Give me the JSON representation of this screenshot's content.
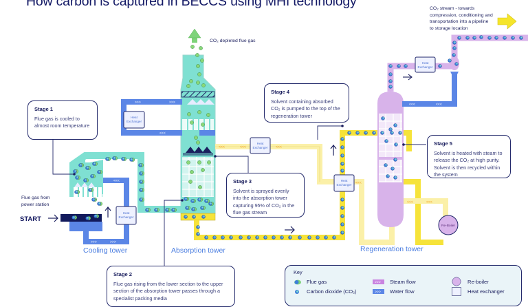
{
  "title": "How carbon is captured in BECCS using MHI technology",
  "labels": {
    "co2_depleted": "CO₂ depleted flue gas",
    "co2_stream": [
      "CO₂ stream - towards",
      "compression, conditioning and",
      "transportation into a pipeline",
      "to storage location"
    ],
    "flue_from": [
      "Flue gas from",
      "power station"
    ],
    "start": "START",
    "heat_exchanger": [
      "Heat",
      "Exchanger"
    ],
    "reboiler": "Re-Boiler"
  },
  "towers": {
    "cooling": "Cooling tower",
    "absorption": "Absorption tower",
    "regeneration": "Regeneration tower"
  },
  "stages": [
    {
      "id": "stage-1",
      "title": "Stage 1",
      "text": "Flue gas is cooled to almost room temperature"
    },
    {
      "id": "stage-2",
      "title": "Stage 2",
      "text": "Flue gas rising from the lower section to the upper section of the absorption tower passes through a specialist packing media"
    },
    {
      "id": "stage-3",
      "title": "Stage 3",
      "text": "Solvent is sprayed evenly into the absorption tower capturing 95% of CO₂ in the flue gas stream"
    },
    {
      "id": "stage-4",
      "title": "Stage 4",
      "text": "Solvent containing absorbed CO₂ is pumped to the top of the regeneration tower"
    },
    {
      "id": "stage-5",
      "title": "Stage 5",
      "text": "Solvent is heated with steam to release the CO₂ at high purity. Solvent is then recycled within the system"
    }
  ],
  "key": {
    "title": "Key",
    "items": [
      {
        "label": "Flue gas",
        "icon": "flue-gas-icon"
      },
      {
        "label": "Carbon dioxide (CO₂)",
        "icon": "co2-icon"
      },
      {
        "label": "Steam flow",
        "icon": "steam-flow-icon"
      },
      {
        "label": "Water flow",
        "icon": "water-flow-icon"
      },
      {
        "label": "Re-boiler",
        "icon": "reboiler-icon"
      },
      {
        "label": "Heat exchanger",
        "icon": "heat-exchanger-icon"
      }
    ]
  },
  "colors": {
    "title": "#141a66",
    "flue_gas": "#7fe0d2",
    "water": "#5b86e6",
    "steam": "#d8b3ea",
    "solvent_rich": "#f6e33a",
    "solvent_lean": "#fbf0a8",
    "co2_arrow": "#f5e52a",
    "depleted_arrow": "#7ed37a",
    "outline": "#23296b",
    "tower_label": "#4a7de0"
  }
}
